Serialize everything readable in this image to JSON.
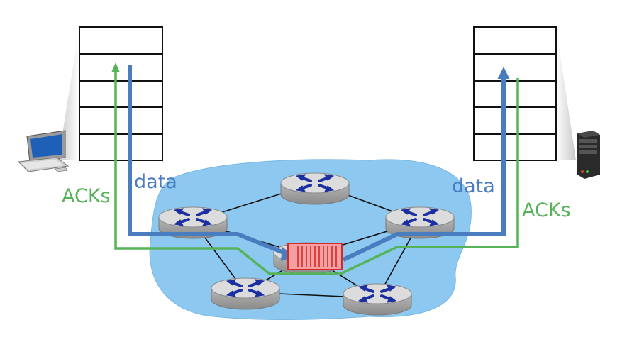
{
  "labels": {
    "data_left": "data",
    "data_right": "data",
    "acks_left": "ACKs",
    "acks_right": "ACKs"
  },
  "colors": {
    "data": "#4a7cc0",
    "acks": "#57b35a",
    "network_cloud": "#8cc8f0",
    "router": "#d4d4d4",
    "router_arrows": "#1c2fa0",
    "queue": "#f4a0a0",
    "queue_border": "#d42a2a",
    "host_fill": "#ffffff",
    "host_border": "#111111"
  },
  "icons": {
    "left_host": "desktop-computer-icon",
    "right_host": "server-tower-icon",
    "router": "router-icon",
    "buffer": "router-buffer-queue-icon"
  }
}
